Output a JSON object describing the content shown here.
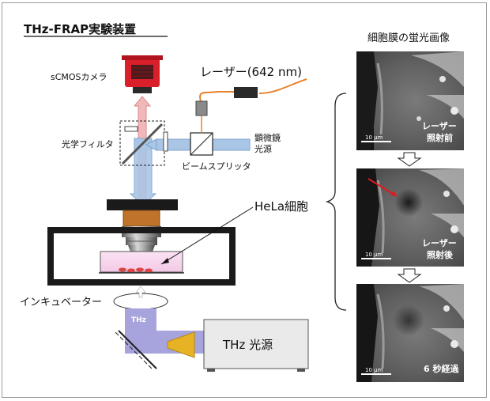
{
  "diagram": {
    "title": "THz-FRAP実験装置",
    "labels": {
      "camera": "sCMOSカメラ",
      "laser": "レーザー(642 nm)",
      "optical_filter": "光学フィルタ",
      "microscope_source_line1": "顕微鏡",
      "microscope_source_line2": "光源",
      "beam_splitter": "ビームスプリッタ",
      "hela": "HeLa細胞",
      "incubator": "インキュベーター",
      "thz_beam": "THz",
      "thz_source": "THz 光源"
    },
    "colors": {
      "camera_red": "#d81f2a",
      "laser_fiber": "#e8822a",
      "thz_beam": "#a7a3dc",
      "microscope_beam": "#aac6e6",
      "camera_beam": "#f0b8b8",
      "thz_horn": "#e7b324"
    }
  },
  "images": {
    "header": "細胞膜の蛍光画像",
    "panels": [
      {
        "scale": "10 μm",
        "caption_line1": "レーザー",
        "caption_line2": "照射前"
      },
      {
        "scale": "10 μm",
        "caption_line1": "レーザー",
        "caption_line2": "照射後"
      },
      {
        "scale": "10 μm",
        "caption_line1": "6 秒経過",
        "caption_line2": ""
      }
    ]
  }
}
